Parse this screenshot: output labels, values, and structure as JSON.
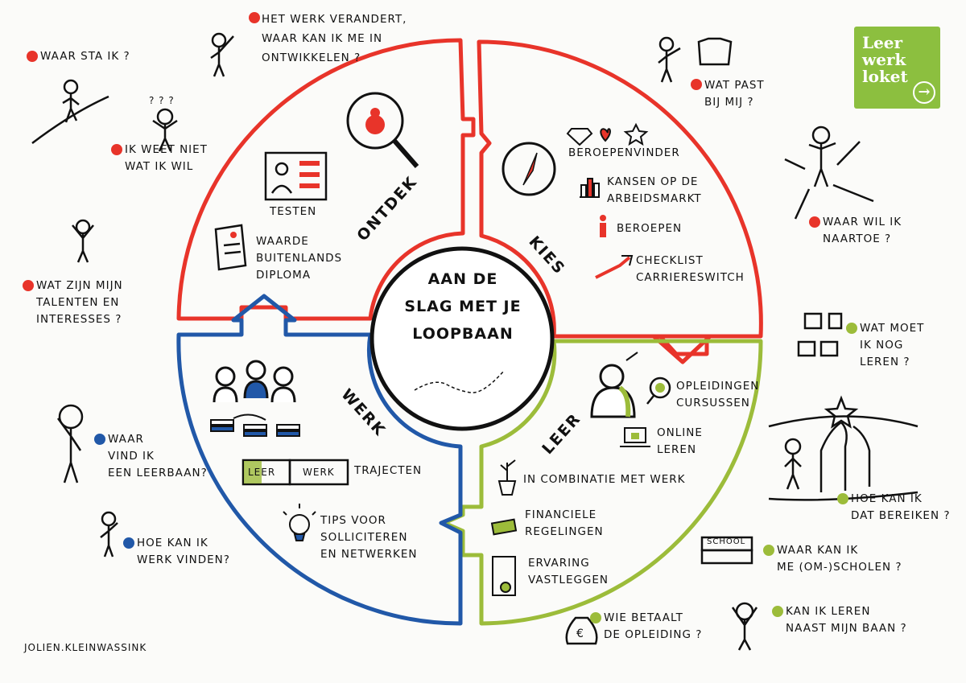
{
  "logo": {
    "line1": "Leer",
    "line2": "werk",
    "line3": "loket"
  },
  "center": {
    "text": "AAN DE\nSLAG MET JE\nLOOPBAAN"
  },
  "sections": {
    "ontdek": {
      "title": "ONTDEK",
      "color": "#e8342a",
      "items": [
        "TESTEN",
        "WAARDE\nBUITENLANDS\nDIPLOMA"
      ]
    },
    "kies": {
      "title": "KIES",
      "color": "#e8342a",
      "items": [
        "BEROEPENVINDER",
        "KANSEN OP DE\nARBEIDSMARKT",
        "BEROEPEN",
        "CHECKLIST\nCARRIERESWITCH"
      ]
    },
    "leer": {
      "title": "LEER",
      "color": "#9cbc3a",
      "items": [
        "OPLEIDINGEN\nCURSUSSEN",
        "ONLINE\nLEREN",
        "IN COMBINATIE MET WERK",
        "FINANCIELE\nREGELINGEN",
        "ERVARING\nVASTLEGGEN"
      ]
    },
    "werk": {
      "title": "WERK",
      "color": "#2158a8",
      "items": [
        "TRAJECTEN",
        "TIPS VOOR\nSOLLICITEREN\nEN NETWERKEN"
      ],
      "puzzle_left": "LEER",
      "puzzle_right": "WERK"
    }
  },
  "questions": {
    "q1": "WAAR STA IK ?",
    "q2": "HET WERK VERANDERT,\nWAAR KAN IK ME IN\nONTWIKKELEN ?",
    "q3": "IK WEET NIET\nWAT IK WIL",
    "q4": "WAT ZIJN MIJN\nTALENTEN EN\nINTERESSES ?",
    "q5": "WAT PAST\nBIJ MIJ ?",
    "q6": "WAAR WIL IK\nNAARTOE ?",
    "q7": "WAT MOET\nIK NOG\nLEREN ?",
    "q8": "HOE KAN IK\nDAT BEREIKEN ?",
    "q9": "WAAR KAN IK\nME (OM-)SCHOLEN ?",
    "q10": "KAN IK LEREN\nNAAST MIJN BAAN ?",
    "q11": "WIE BETAALT\nDE OPLEIDING ?",
    "q12": "WAAR\nVIND IK\nEEN LEERBAAN?",
    "q13": "HOE KAN IK\nWERK VINDEN?"
  },
  "misc": {
    "question_marks": "? ? ?",
    "school_sign": "SCHOOL",
    "euro": "€",
    "signature": "JOLIEN.KLEINWASSINK"
  },
  "colors": {
    "red": "#e8342a",
    "blue": "#2158a8",
    "green": "#9cbc3a",
    "logo_green": "#8cbf3f"
  }
}
